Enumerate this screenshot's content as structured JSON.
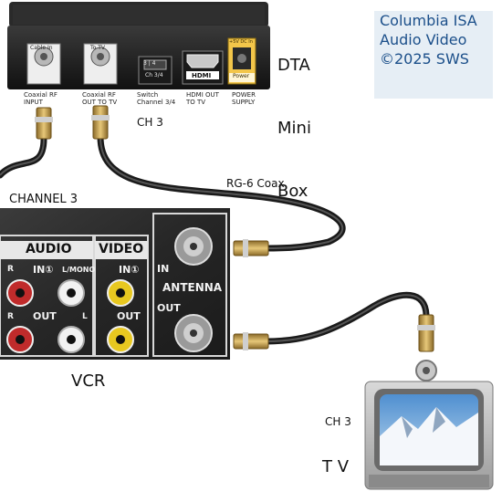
{
  "credit": {
    "line1": "Columbia ISA",
    "line2": "Audio Video",
    "line3": "©2025 SWS"
  },
  "dta": {
    "title_line1": "DTA",
    "title_line2": "Mini",
    "title_line3": "Box",
    "port_cable_in": "Cable In",
    "port_to_tv": "To TV",
    "port_switch": "Ch 3/4",
    "switch_digits": "3 | 4",
    "port_hdmi": "HDMI",
    "port_power_top": "+5V DC In",
    "port_power": "Power",
    "label_coax_in": "Coaxial RF\nINPUT",
    "label_coax_out": "Coaxial RF\nOUT TO TV",
    "label_switch": "Switch\nChannel 3/4",
    "label_hdmi": "HDMI OUT\nTO TV",
    "label_power": "POWER\nSUPPLY",
    "channel_note": "CH 3"
  },
  "cables": {
    "coax_label": "RG-6 Coax",
    "channel_label": "CHANNEL 3"
  },
  "vcr": {
    "name": "VCR",
    "audio_heading": "AUDIO",
    "video_heading": "VIDEO",
    "audio_in": "IN①",
    "audio_r_in": "R",
    "audio_lmono": "L/MONO",
    "audio_out": "OUT",
    "audio_r_out": "R",
    "audio_l_out": "L",
    "video_in": "IN①",
    "video_out": "OUT",
    "antenna_label": "ANTENNA",
    "antenna_in": "IN",
    "antenna_out": "OUT"
  },
  "tv": {
    "name": "T V",
    "channel_note": "CH 3"
  }
}
